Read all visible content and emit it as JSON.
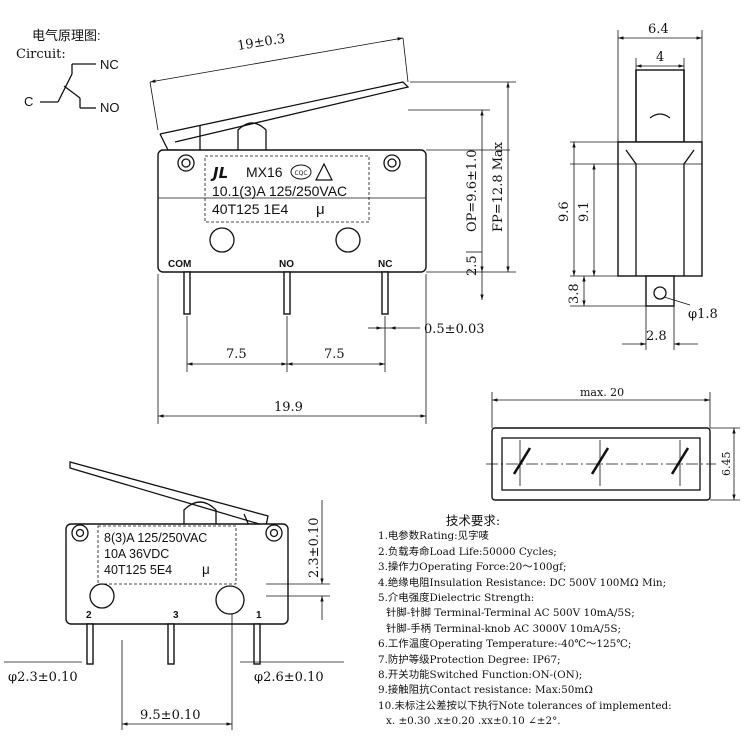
{
  "circuit": {
    "title_cn": "电气原理图:",
    "title_en": "Circuit:",
    "nc": "NC",
    "no": "NO",
    "c": "C"
  },
  "front_view": {
    "dim_length": "19±0.3",
    "dim_op": "OP=9.6±1.0",
    "dim_fp": "FP=12.8 Max",
    "dim_pin_height": "2.5",
    "dim_pin_thickness": "0.5±0.03",
    "dim_pitch_left": "7.5",
    "dim_pitch_right": "7.5",
    "dim_width": "19.9",
    "label_logo": "JL",
    "label_model": "MX16",
    "label_rating": "10.1(3)A 125/250VAC",
    "label_code": "40T125 1E4",
    "label_mu": "μ",
    "pins": [
      "COM",
      "NO",
      "NC"
    ],
    "cert_cqc": "CQC"
  },
  "side_view": {
    "dim_top_width": "6.4",
    "dim_inner_width": "4",
    "dim_height1": "9.6",
    "dim_height2": "9.1",
    "dim_tab": "3.8",
    "dim_hole": "φ1.8",
    "dim_tab_width": "2.8"
  },
  "bottom_view": {
    "dim_max": "max. 20",
    "dim_depth": "6.45"
  },
  "lower_view": {
    "label_rating1": "8(3)A 125/250VAC",
    "label_rating2": "10A 36VDC",
    "label_code": "40T125 5E4",
    "label_mu": "μ",
    "dim_height": "2.3±0.10",
    "dim_pin_left": "φ2.3±0.10",
    "dim_pin_right": "φ2.6±0.10",
    "dim_pitch": "9.5±0.10",
    "pins": [
      "2",
      "3",
      "1"
    ]
  },
  "specs": {
    "title": "技术要求:",
    "lines": [
      "1.电参数Rating:见字唛",
      "2.负载寿命Load Life:50000 Cycles;",
      "3.操作力Operating Force:20～100gf;",
      "4.绝缘电阻Insulation Resistance: DC 500V 100MΩ Min;",
      "5.介电强度Dielectric Strength:",
      "针脚-针脚 Terminal-Terminal AC 500V 10mA/5S;",
      "针脚-手柄 Terminal-knob AC 3000V 10mA/5S;",
      "6.工作温度Operating Temperature:-40℃～125℃;",
      "7.防护等级Protection Degree: IP67;",
      "8.开关功能Switched Function:ON-(ON);",
      "9.接触阻抗Contact resistance: Max:50mΩ",
      "10.未标注公差按以下执行Note tolerances of implemented:",
      "x. ±0.30 .x±0.20 .xx±0.10 ∠±2°."
    ]
  }
}
